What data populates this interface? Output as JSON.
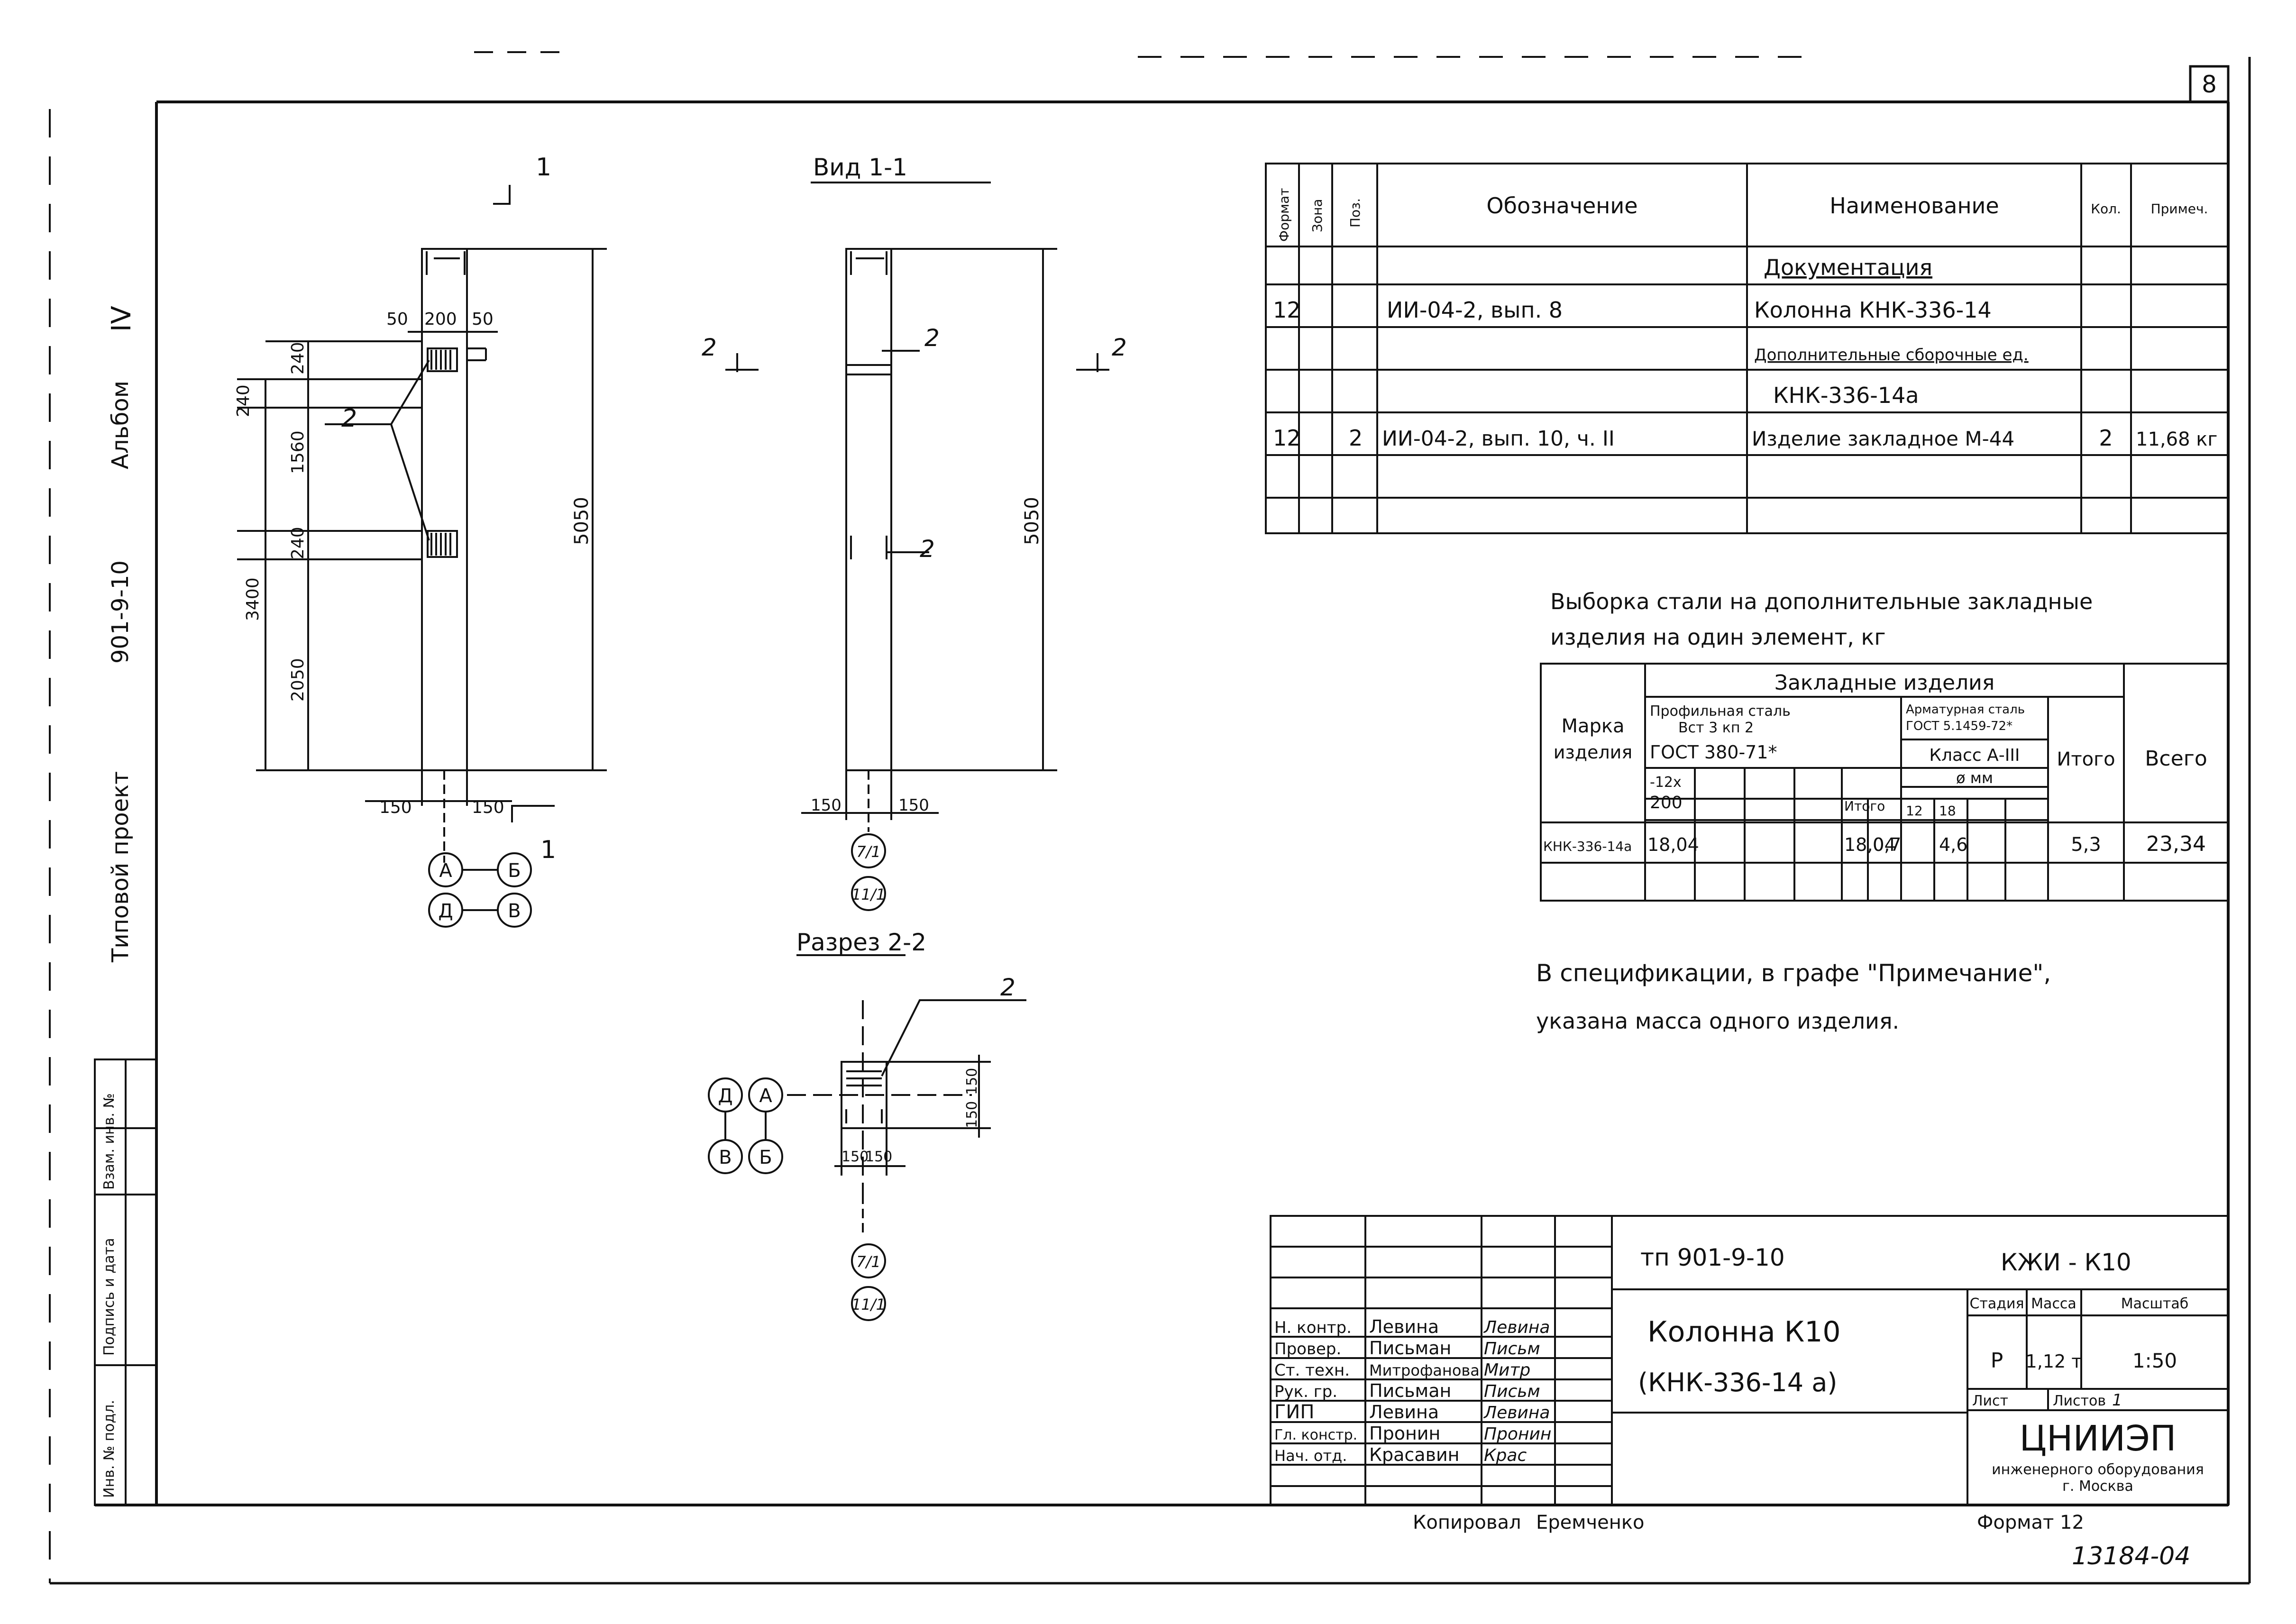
{
  "sheet": {
    "number": "8",
    "album_label": "Альбом",
    "album_number": "IV",
    "project_label": "Типовой проект",
    "project_code": "901-9-10",
    "corner_number": "13184-04",
    "copied_label": "Копировал",
    "copied_name": "Еремченко",
    "format_label": "Формат 12"
  },
  "left_strip": {
    "cells": [
      "Инв. № подл.",
      "Подпись и дата",
      "Взам. инв. №"
    ]
  },
  "view_front": {
    "section_mark": "1",
    "dims_top": [
      "50",
      "200",
      "50"
    ],
    "dims_left": [
      "240",
      "240",
      "1560",
      "240",
      "3400",
      "2050"
    ],
    "dim_total": "5050",
    "dims_bottom": [
      "150",
      "150"
    ],
    "callout": "2",
    "axes": [
      "А",
      "Б",
      "Д",
      "В"
    ]
  },
  "view_side": {
    "title": "Вид 1-1",
    "section_mark": "2",
    "callouts": [
      "2",
      "2"
    ],
    "dim_total": "5050",
    "dims_bottom": [
      "150",
      "150"
    ],
    "axis_refs": [
      "7/1",
      "11/1"
    ]
  },
  "section_22": {
    "title": "Разрез 2-2",
    "callout": "2",
    "axes": [
      "Д",
      "А",
      "В",
      "Б"
    ],
    "dims_right": [
      "150",
      "150"
    ],
    "dims_bottom": [
      "150",
      "150"
    ],
    "axis_refs": [
      "7/1",
      "11/1"
    ]
  },
  "spec_table": {
    "headers": [
      "Формат",
      "Зона",
      "Поз.",
      "Обозначение",
      "Наименование",
      "Кол.",
      "Примеч."
    ],
    "rows": [
      [
        "",
        "",
        "",
        "",
        "Документация",
        "",
        ""
      ],
      [
        "12",
        "",
        "",
        "ИИ-04-2, вып. 8",
        "Колонна КНК-336-14",
        "",
        ""
      ],
      [
        "",
        "",
        "",
        "",
        "Дополнительные сборочные ед.",
        "",
        ""
      ],
      [
        "",
        "",
        "",
        "",
        "КНК-336-14а",
        "",
        ""
      ],
      [
        "12",
        "",
        "2",
        "ИИ-04-2, вып. 10, ч. II",
        "Изделие закладное М-44",
        "2",
        "11,68 кг"
      ],
      [
        "",
        "",
        "",
        "",
        "",
        "",
        ""
      ],
      [
        "",
        "",
        "",
        "",
        "",
        "",
        ""
      ]
    ]
  },
  "steel_title": [
    "Выборка стали на дополнительные закладные",
    "изделия на один элемент, кг"
  ],
  "steel_table": {
    "h_mark": [
      "Марка",
      "изделия"
    ],
    "h_group": "Закладные изделия",
    "h_profile": [
      "Профильная сталь",
      "Вст 3 кп 2",
      "ГОСТ 380-71*"
    ],
    "h_rebar": [
      "Арматурная сталь",
      "ГОСТ 5.1459-72*"
    ],
    "h_class": "Класс А-III",
    "h_dia": "ø мм",
    "h_plate": [
      "-12x",
      "200"
    ],
    "h_itogo_small": "Итого",
    "h_d12": "12",
    "h_d18": "18",
    "h_itogo": "Итого",
    "h_vsego": "Всего",
    "row": [
      "КНК-336-14а",
      "18,04",
      "",
      "",
      "18,04",
      "0,7",
      "4,6",
      "",
      "",
      "5,3",
      "23,34"
    ]
  },
  "note": [
    "В спецификации, в графе \"Примечание\",",
    "указана масса одного изделия."
  ],
  "title_block": {
    "code": "тп 901-9-10",
    "doc": "КЖИ - К10",
    "name_line1": "Колонна  К10",
    "name_line2": "(КНК-336-14 а)",
    "stage_label": "Стадия",
    "mass_label": "Масса",
    "scale_label": "Масштаб",
    "stage": "Р",
    "mass": "1,12 т",
    "scale": "1:50",
    "sheet_label": "Лист",
    "sheets_label": "Листов",
    "sheets_value": "1",
    "org_name": "ЦНИИЭП",
    "org_sub1": "инженерного оборудования",
    "org_sub2": "г. Москва",
    "people": [
      {
        "role": "Н. контр.",
        "name": "Левина",
        "sign": "Левина"
      },
      {
        "role": "Провер.",
        "name": "Письман",
        "sign": "Письм"
      },
      {
        "role": "Ст. техн.",
        "name": "Митрофанова",
        "sign": "Митр"
      },
      {
        "role": "Рук. гр.",
        "name": "Письман",
        "sign": "Письм"
      },
      {
        "role": "ГИП",
        "name": "Левина",
        "sign": "Левина"
      },
      {
        "role": "Гл. констр.",
        "name": "Пронин",
        "sign": "Пронин"
      },
      {
        "role": "Нач. отд.",
        "name": "Красавин",
        "sign": "Крас"
      }
    ]
  }
}
